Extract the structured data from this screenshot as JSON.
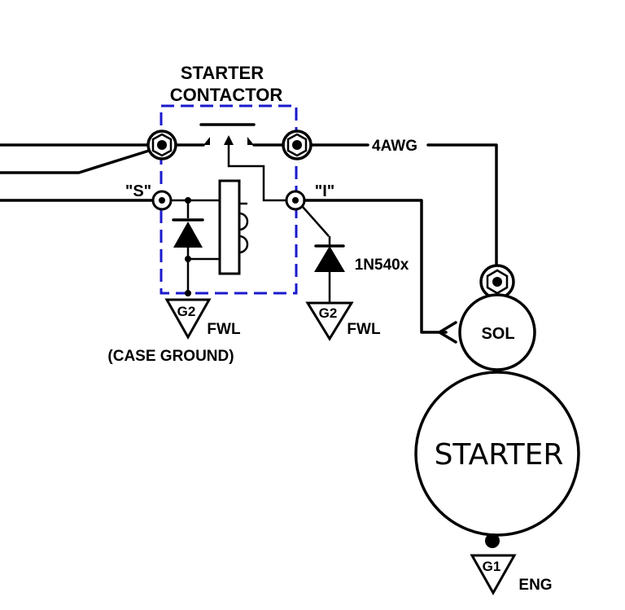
{
  "contactor": {
    "title_line1": "STARTER",
    "title_line2": "CONTACTOR",
    "terminal_s": "\"S\"",
    "terminal_i": "\"I\""
  },
  "wire_gauge": "4AWG",
  "diode_part": "1N540x",
  "grounds": {
    "case": {
      "code": "G2",
      "location": "FWL",
      "note": "(CASE GROUND)"
    },
    "diode": {
      "code": "G2",
      "location": "FWL"
    },
    "engine": {
      "code": "G1",
      "location": "ENG"
    }
  },
  "solenoid": {
    "label": "SOL"
  },
  "starter": {
    "label": "STARTER"
  },
  "colors": {
    "line": "#000000",
    "contactor_outline": "#1a1acc"
  }
}
